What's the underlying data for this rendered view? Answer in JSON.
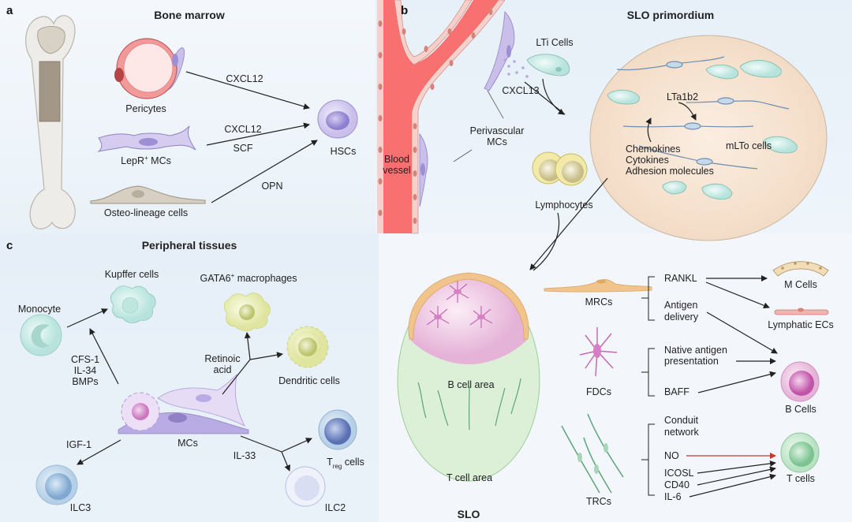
{
  "panels": {
    "a": {
      "letter": "a",
      "title": "Bone marrow",
      "cells": {
        "pericytes": "Pericytes",
        "lepr_mcs": "LepR",
        "lepr_sup": "+",
        "lepr_suffix": " MCs",
        "osteo": "Osteo-lineage cells",
        "hscs": "HSCs"
      },
      "signals": {
        "s1": "CXCL12",
        "s2": "CXCL12",
        "s3": "SCF",
        "s4": "OPN"
      }
    },
    "b": {
      "letter": "b",
      "title": "SLO primordium",
      "labels": {
        "lti": "LTi Cells",
        "cxcl13": "CXCL13",
        "perivascular1": "Perivascular",
        "perivascular2": "MCs",
        "blood1": "Blood",
        "blood2": "vessel",
        "lymphocytes": "Lymphocytes",
        "lta": "LTa1b2",
        "mlto": "mLTo cells",
        "chemokines": "Chemokines",
        "cytokines": "Cytokines",
        "adhesion": "Adhesion molecules"
      }
    },
    "c": {
      "letter": "c",
      "title": "Peripheral tissues",
      "labels": {
        "kupffer": "Kupffer cells",
        "gata6": "GATA6",
        "gata6_sup": "+",
        "gata6_suffix": " macrophages",
        "monocyte": "Monocyte",
        "cfs1": "CFS-1",
        "il34": "IL-34",
        "bmps": "BMPs",
        "retinoic": "Retinoic",
        "acid": "acid",
        "dendritic": "Dendritic cells",
        "igf1": "IGF-1",
        "mcs": "MCs",
        "il33": "IL-33",
        "treg_t": "T",
        "treg_sub": "reg",
        "treg_suffix": " cells",
        "ilc3": "ILC3",
        "ilc2": "ILC2"
      }
    },
    "d": {
      "labels": {
        "b_area": "B cell area",
        "t_area": "T cell area",
        "slo": "SLO",
        "mrcs": "MRCs",
        "fdcs": "FDCs",
        "trcs": "TRCs",
        "rankl": "RANKL",
        "antigen1": "Antigen",
        "antigen2": "delivery",
        "native1": "Native antigen",
        "native2": "presentation",
        "baff": "BAFF",
        "conduit1": "Conduit",
        "conduit2": "network",
        "no": "NO",
        "icosl": "ICOSL",
        "cd40": "CD40",
        "il6": "IL-6",
        "mcells": "M Cells",
        "lymphatic": "Lymphatic ECs",
        "bcells": "B Cells",
        "tcells": "T cells"
      }
    }
  },
  "colors": {
    "vessel": "#f26b6b",
    "mc_purple": "#b7a8e0",
    "lti_teal": "#cdeee8",
    "slo_primordium": "#f7e3d0",
    "b_area": "#f2cfe8",
    "t_area": "#d9efd6",
    "no_arrow": "#c0392b"
  }
}
